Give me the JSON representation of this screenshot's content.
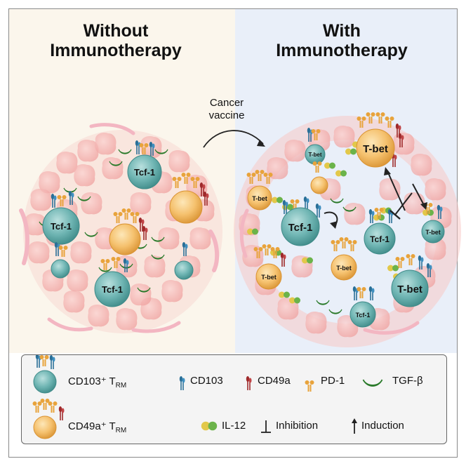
{
  "panels": {
    "left_title": [
      "Without",
      "Immunotherapy"
    ],
    "right_title": [
      "With",
      "Immunotherapy"
    ],
    "transition_label": [
      "Cancer",
      "vaccine"
    ]
  },
  "cell_labels": {
    "tcf1": "Tcf-1",
    "tbet": "T-bet"
  },
  "legend": {
    "cd103_trm": {
      "main": "CD103⁺ T",
      "sub": "RM"
    },
    "cd103": "CD103",
    "cd49a": "CD49a",
    "pd1": "PD-1",
    "tgfb": "TGF-β",
    "cd49a_trm": {
      "main": "CD49a⁺ T",
      "sub": "RM"
    },
    "il12": "IL-12",
    "inhibition": "Inhibition",
    "induction": "Induction"
  },
  "colors": {
    "left_bg": "#fbf6ec",
    "right_bg": "#e9eff9",
    "tumor_cell": "#f4b3b2",
    "teal_cell": "#5aa7a6",
    "orange_cell": "#f0b45a",
    "cd103_blue": "#2a6f97",
    "cd49a_red": "#9e2a2b",
    "pd1_orange": "#e8a33b",
    "tgfb_green": "#3d9a3d",
    "il12_yellow": "#e2c84a"
  }
}
